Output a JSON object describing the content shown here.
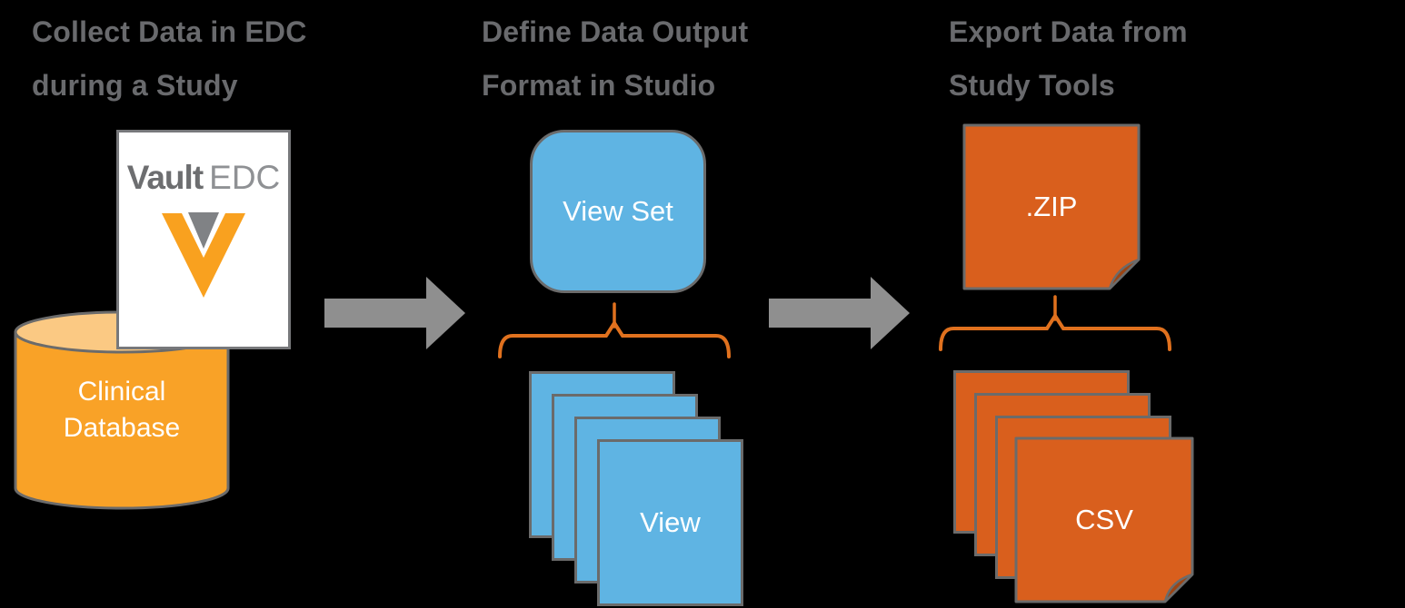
{
  "diagram": {
    "steps": [
      {
        "title_line1": "Collect Data in EDC",
        "title_line2": "during a Study"
      },
      {
        "title_line1": "Define Data Output",
        "title_line2": "Format in Studio"
      },
      {
        "title_line1": "Export Data from",
        "title_line2": "Study Tools"
      }
    ],
    "vault_card": {
      "brand": "Vault",
      "product": "EDC"
    },
    "clinical_db": {
      "line1": "Clinical",
      "line2": "Database"
    },
    "view_set_label": "View Set",
    "view_label": "View",
    "zip_label": ".ZIP",
    "csv_label": "CSV"
  },
  "icons": {
    "vault_logo": "veeva-v-logo",
    "flow_arrow": "right-arrow",
    "grouping_brace": "curly-brace-up",
    "database": "cylinder",
    "zip_file": "folded-corner-file",
    "csv_file": "folded-corner-file"
  },
  "colors": {
    "background": "#000000",
    "heading_text": "#696a6d",
    "arrow_gray": "#8f8f8f",
    "shape_border": "#6b6b6b",
    "blue": "#5fb4e3",
    "orange_file": "#d95f1d",
    "orange_fold": "#9c4412",
    "cylinder_body": "#f9a227",
    "cylinder_top": "#fbc983",
    "brace_orange": "#e0711e",
    "vault_v_orange": "#f9a11f",
    "vault_v_gray": "#808285",
    "vault_text": "#6d6e70",
    "edc_text": "#8f9194",
    "white_text": "#ffffff"
  }
}
